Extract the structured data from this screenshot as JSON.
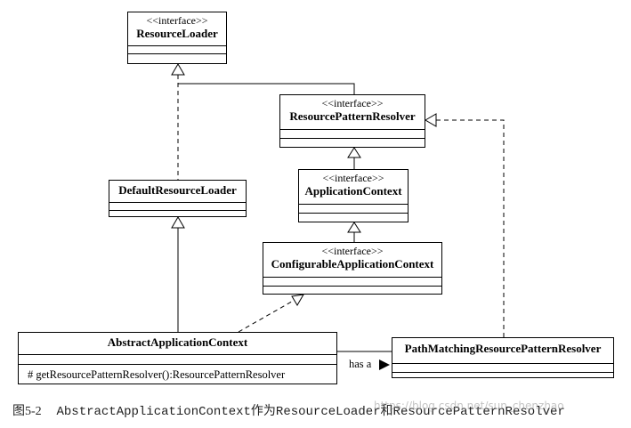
{
  "stereotype": "<<interface>>",
  "classes": {
    "resource_loader": {
      "name": "ResourceLoader"
    },
    "resource_pattern_resolver": {
      "name": "ResourcePatternResolver"
    },
    "default_resource_loader": {
      "name": "DefaultResourceLoader"
    },
    "application_context": {
      "name": "ApplicationContext"
    },
    "configurable_application_context": {
      "name": "ConfigurableApplicationContext"
    },
    "abstract_application_context": {
      "name": "AbstractApplicationContext",
      "method": "# getResourcePatternResolver():ResourcePatternResolver"
    },
    "path_matching_resolver": {
      "name": "PathMatchingResourcePatternResolver"
    }
  },
  "association_label": "has a",
  "caption": {
    "figure": "图5-2",
    "text": "AbstractApplicationContext作为ResourceLoader和ResourcePatternResolver"
  },
  "watermark": "https://blog.csdn.net/sun_chenzhao"
}
